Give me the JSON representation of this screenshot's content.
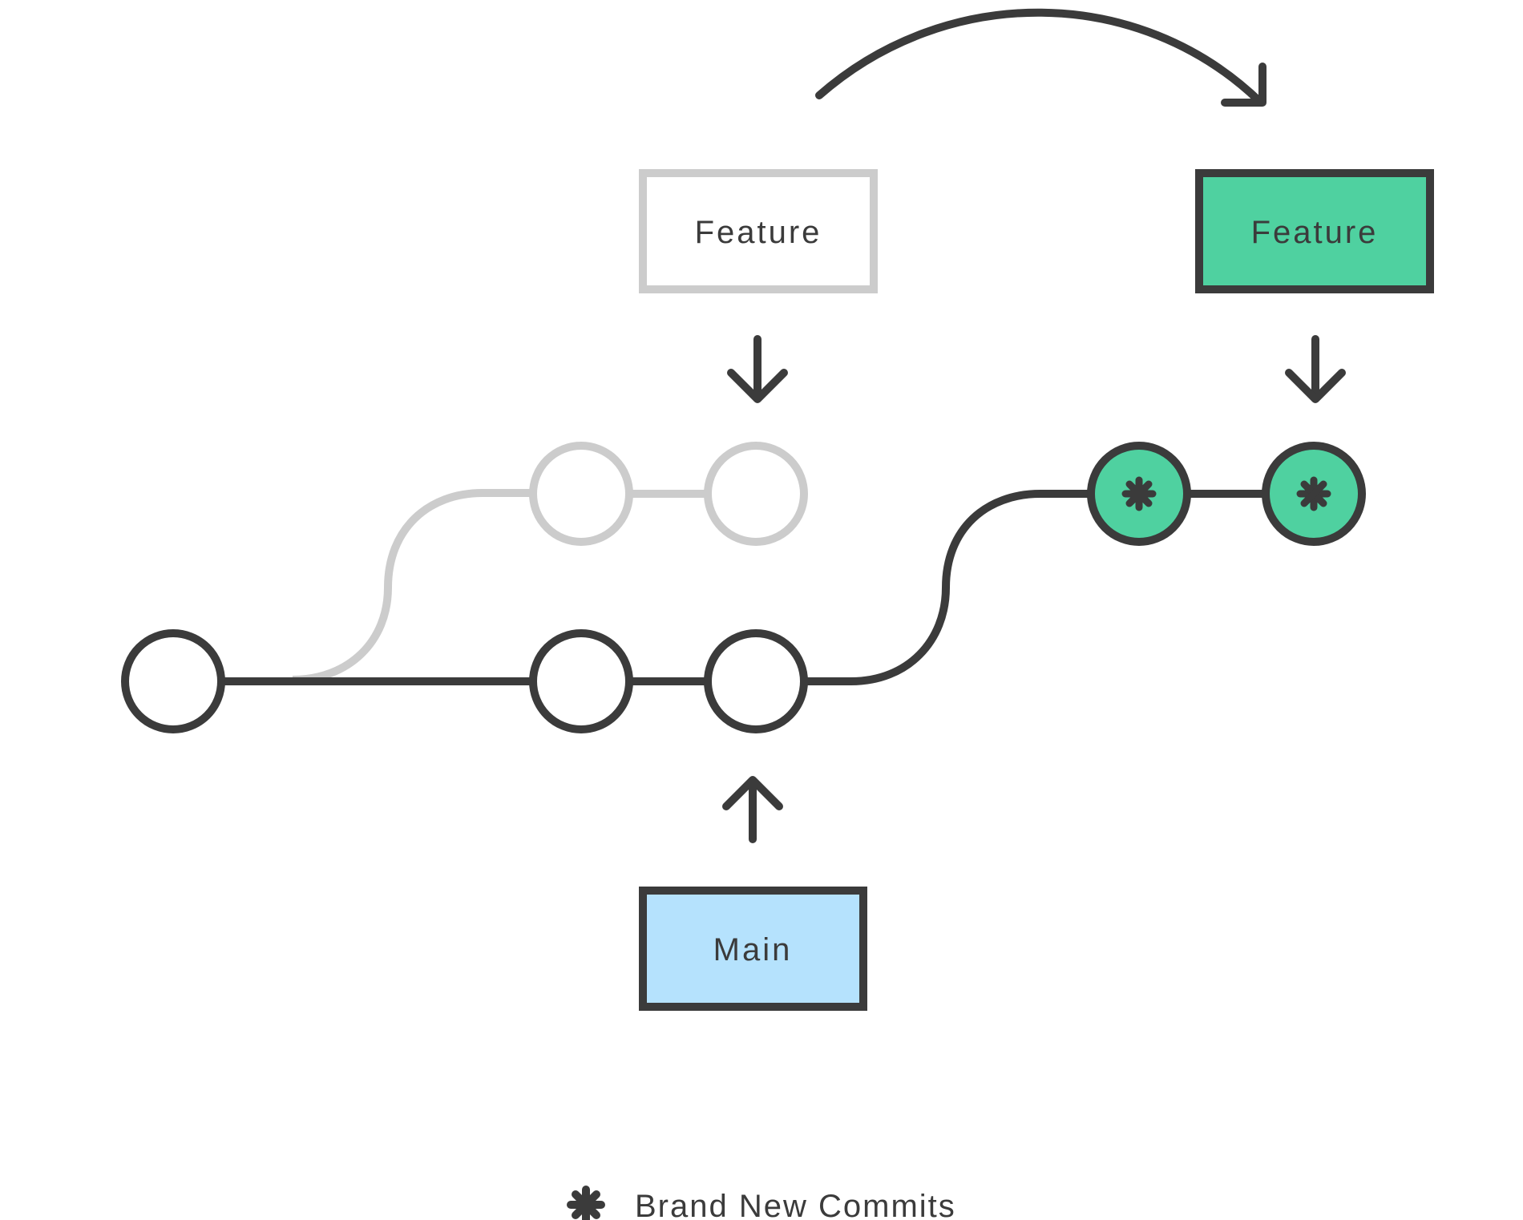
{
  "colors": {
    "ink": "#3b3b3b",
    "faded": "#cccccc",
    "feature_new_fill": "#4fd1a0",
    "main_fill": "#b5e2fd",
    "background": "#ffffff"
  },
  "labels": {
    "feature_old": "Feature",
    "feature_new": "Feature",
    "main": "Main"
  },
  "legend": {
    "icon": "asterisk-icon",
    "text": "Brand New Commits"
  }
}
